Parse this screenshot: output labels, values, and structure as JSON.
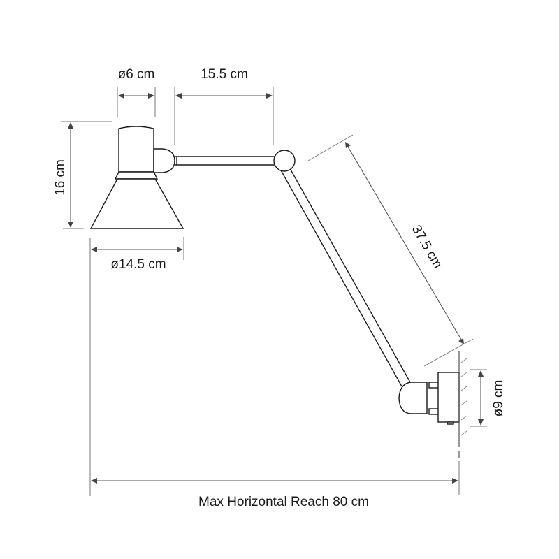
{
  "diagram": {
    "type": "technical-dimension-drawing",
    "subject": "wall-mounted lamp with articulated arm",
    "colors": {
      "line": "#1a1a1a",
      "dimension": "#555555",
      "background": "#ffffff"
    }
  },
  "dimensions": {
    "head_diameter": "ø6 cm",
    "upper_arm_length": "15.5 cm",
    "head_height": "16 cm",
    "shade_diameter": "ø14.5 cm",
    "lower_arm_length": "37.5 cm",
    "wall_plate_diameter": "ø9 cm",
    "max_reach": "Max Horizontal Reach 80 cm"
  }
}
